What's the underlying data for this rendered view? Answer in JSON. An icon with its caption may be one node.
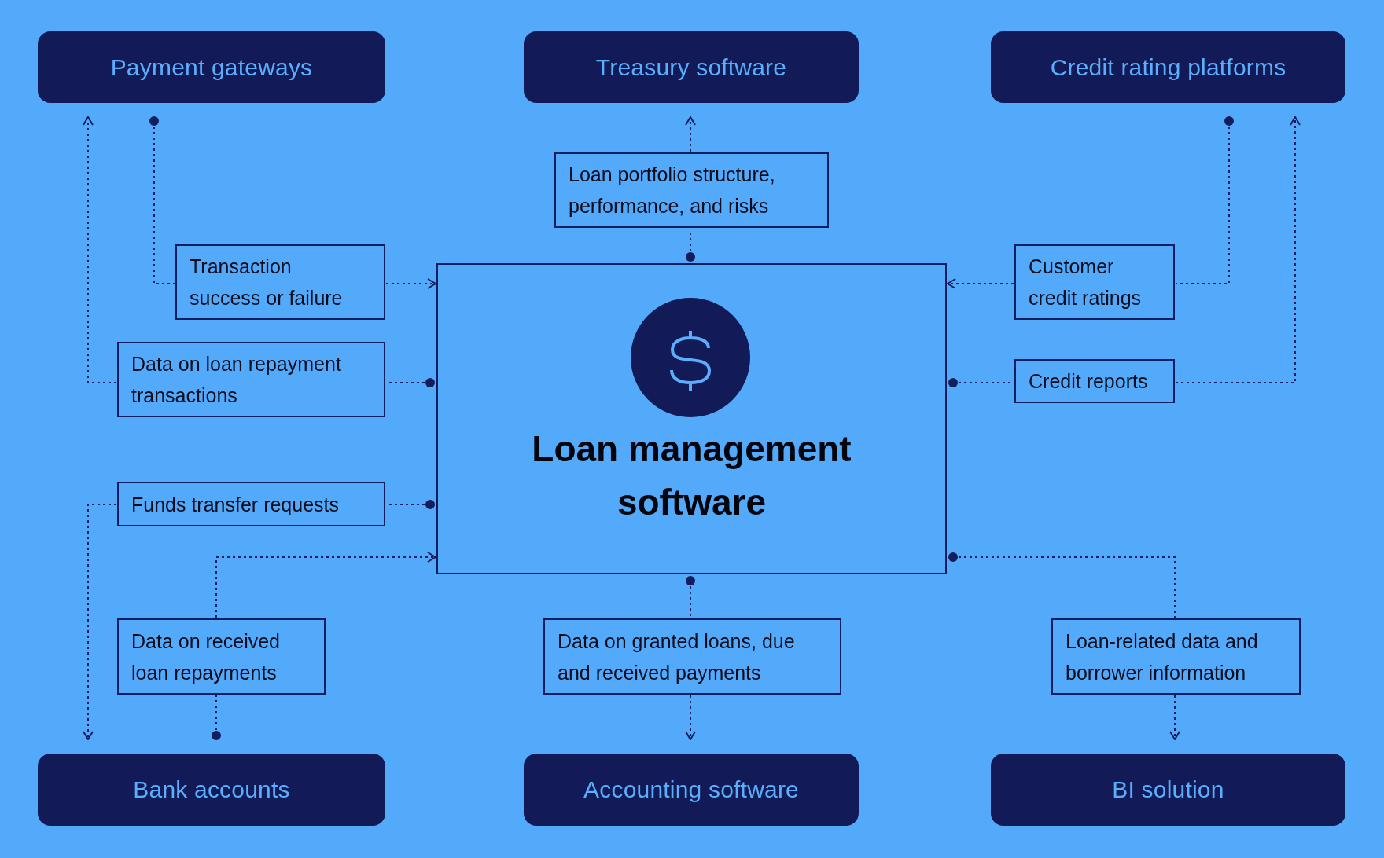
{
  "diagram": {
    "nodes": [
      {
        "text": [
          "Payment gateways"
        ]
      },
      {
        "text": [
          "Treasury software"
        ]
      },
      {
        "text": [
          "Credit rating platforms"
        ]
      },
      {
        "text": [
          "Loan portfolio structure, performance, and risks"
        ]
      },
      {
        "text": [
          "Transaction success or failure"
        ]
      },
      {
        "text": [
          "Customer credit ratings"
        ]
      },
      {
        "text": [
          "Loan management software"
        ]
      },
      {
        "text": [
          "Data on loan repayment transactions"
        ]
      },
      {
        "text": [
          "Credit reports"
        ]
      },
      {
        "text": [
          "Funds transfer requests"
        ]
      },
      {
        "text": [
          "Data on received loan repayments"
        ]
      },
      {
        "text": [
          "Data on granted loans, due and received payments"
        ]
      },
      {
        "text": [
          "Loan-related data and borrower information"
        ]
      },
      {
        "text": [
          "Bank accounts"
        ]
      },
      {
        "text": [
          "Accounting software"
        ]
      },
      {
        "text": [
          "BI solution"
        ]
      }
    ],
    "edges": [
      {
        "from": 0,
        "to": 4,
        "arrow": "other"
      },
      {
        "from": 4,
        "to": 6,
        "arrow": "to"
      },
      {
        "from": 6,
        "to": 7,
        "arrow": "other"
      },
      {
        "from": 7,
        "to": 0,
        "arrow": "to"
      },
      {
        "from": 6,
        "to": 3,
        "arrow": "other"
      },
      {
        "from": 3,
        "to": 1,
        "arrow": "to"
      },
      {
        "from": 2,
        "to": 5,
        "arrow": "other"
      },
      {
        "from": 5,
        "to": 6,
        "arrow": "to"
      },
      {
        "from": 6,
        "to": 8,
        "arrow": "other"
      },
      {
        "from": 8,
        "to": 2,
        "arrow": "to"
      },
      {
        "from": 6,
        "to": 9,
        "arrow": "other"
      },
      {
        "from": 9,
        "to": 13,
        "arrow": "to"
      },
      {
        "from": 13,
        "to": 10,
        "arrow": "other"
      },
      {
        "from": 10,
        "to": 6,
        "arrow": "to"
      },
      {
        "from": 6,
        "to": 11,
        "arrow": "other"
      },
      {
        "from": 11,
        "to": 14,
        "arrow": "to"
      },
      {
        "from": 6,
        "to": 12,
        "arrow": "other"
      },
      {
        "from": 12,
        "to": 15,
        "arrow": "to"
      }
    ]
  }
}
